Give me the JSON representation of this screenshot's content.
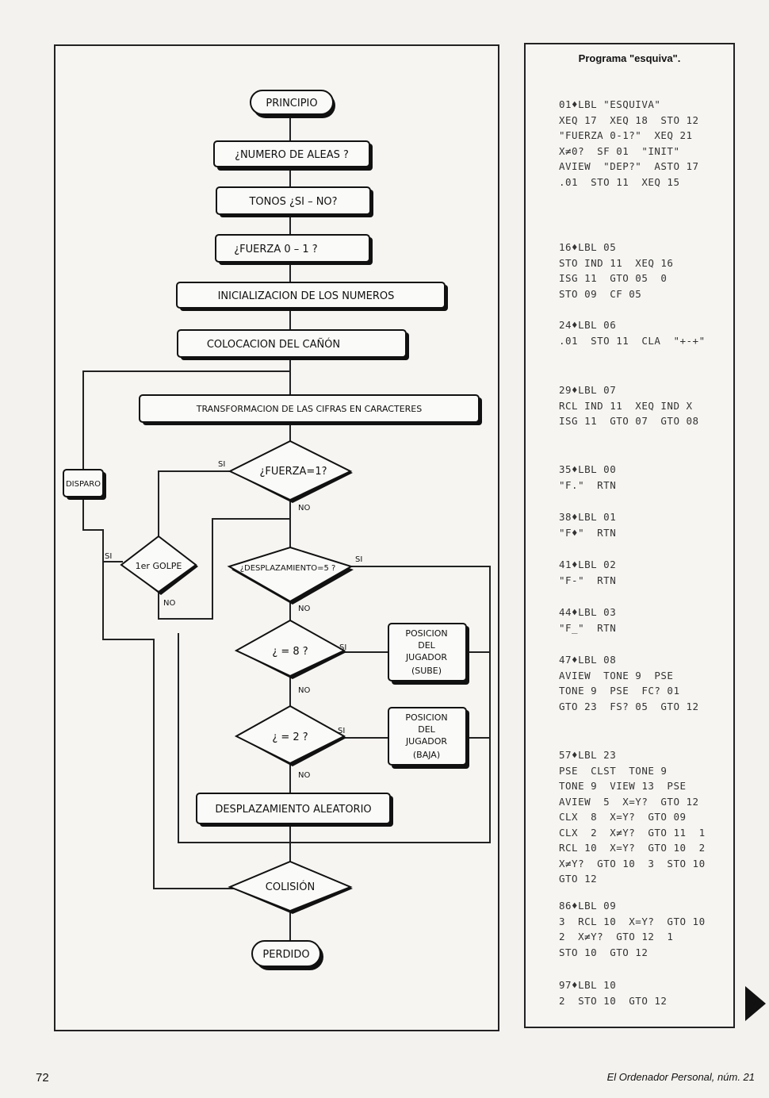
{
  "flowchart": {
    "start": "PRINCIPIO",
    "step1": "¿NUMERO DE ALEAS ?",
    "step2": "TONOS ¿SI – NO?",
    "step3": "¿FUERZA 0 – 1 ?",
    "step4": "INICIALIZACION DE LOS NUMEROS",
    "step5": "COLOCACION DEL CAÑÓN",
    "step6": "TRANSFORMACION DE LAS CIFRAS EN CARACTERES",
    "disparo": "DISPARO",
    "dec_fuerza": "¿FUERZA=1?",
    "dec_golpe": "1er GOLPE",
    "dec_desplazamiento": "¿DESPLAZAMIENTO=5 ?",
    "dec_8": "¿ = 8 ?",
    "dec_2": "¿ = 2 ?",
    "sube_l1": "POSICION",
    "sube_l2": "DEL",
    "sube_l3": "JUGADOR",
    "sube_l4": "(SUBE)",
    "baja_l1": "POSICION",
    "baja_l2": "DEL",
    "baja_l3": "JUGADOR",
    "baja_l4": "(BAJA)",
    "aleatorio": "DESPLAZAMIENTO ALEATORIO",
    "colision": "COLISIÓN",
    "perdido": "PERDIDO",
    "si": "SI",
    "no": "NO"
  },
  "program": {
    "title": "Programa \"esquiva\".",
    "blocks": [
      [
        "01♦LBL \"ESQUIVA\"",
        "XEQ 17  XEQ 18  STO 12",
        "\"FUERZA 0-1?\"  XEQ 21",
        "X≠0?  SF 01  \"INIT\"",
        "AVIEW  \"DEP?\"  ASTO 17",
        ".01  STO 11  XEQ 15"
      ],
      [
        "16♦LBL 05",
        "STO IND 11  XEQ 16",
        "ISG 11  GTO 05  0",
        "STO 09  CF 05"
      ],
      [
        "24♦LBL 06",
        ".01  STO 11  CLA  \"+-+\""
      ],
      [
        "29♦LBL 07",
        "RCL IND 11  XEQ IND X",
        "ISG 11  GTO 07  GTO 08"
      ],
      [
        "35♦LBL 00",
        "\"F.\"  RTN"
      ],
      [
        "38♦LBL 01",
        "\"F♦\"  RTN"
      ],
      [
        "41♦LBL 02",
        "\"F-\"  RTN"
      ],
      [
        "44♦LBL 03",
        "\"F_\"  RTN"
      ],
      [
        "47♦LBL 08",
        "AVIEW  TONE 9  PSE",
        "TONE 9  PSE  FC? 01",
        "GTO 23  FS? 05  GTO 12"
      ],
      [
        "57♦LBL 23",
        "PSE  CLST  TONE 9",
        "TONE 9  VIEW 13  PSE",
        "AVIEW  5  X=Y?  GTO 12",
        "CLX  8  X=Y?  GTO 09",
        "CLX  2  X≠Y?  GTO 11  1",
        "RCL 10  X=Y?  GTO 10  2",
        "X≠Y?  GTO 10  3  STO 10",
        "GTO 12"
      ],
      [
        "86♦LBL 09",
        "3  RCL 10  X=Y?  GTO 10",
        "2  X≠Y?  GTO 12  1",
        "STO 10  GTO 12"
      ],
      [
        "97♦LBL 10",
        "2  STO 10  GTO 12"
      ]
    ]
  },
  "footer": {
    "page_number": "72",
    "publication": "El Ordenador Personal, núm. 21"
  }
}
